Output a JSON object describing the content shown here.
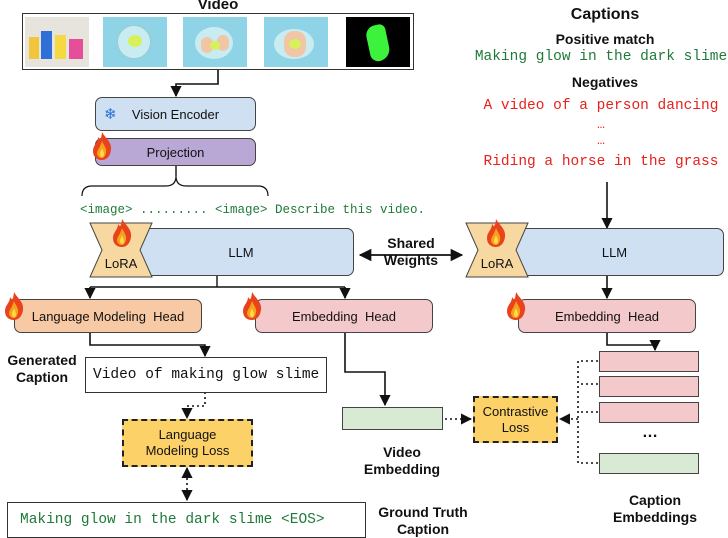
{
  "video": {
    "title": "Video"
  },
  "left": {
    "vision_encoder": "Vision Encoder",
    "projection": "Projection",
    "prompt": "<image> ......... <image> Describe this video.",
    "lora": "LoRA",
    "llm": "LLM",
    "lm_head": "Language Modeling  Head",
    "embedding_head": "Embedding  Head",
    "generated_caption_label": "Generated\nCaption",
    "generated_caption": "Video of making glow slime",
    "lm_loss": "Language\nModeling Loss",
    "ground_truth": "Making glow in the dark slime <EOS>",
    "ground_truth_label": "Ground Truth\nCaption",
    "video_embedding_label": "Video\nEmbedding"
  },
  "shared_weights": "Shared\nWeights",
  "captions": {
    "title": "Captions",
    "positive_title": "Positive match",
    "positive_text": "Making glow in the dark slime",
    "negatives_title": "Negatives",
    "negatives": [
      "A video of a person dancing",
      "…",
      "…",
      "Riding a horse in the grass"
    ]
  },
  "right": {
    "lora": "LoRA",
    "llm": "LLM",
    "embedding_head": "Embedding  Head",
    "ellipsis": "…",
    "caption_embeddings_label": "Caption\nEmbeddings"
  },
  "contrastive_loss": "Contrastive\nLoss",
  "colors": {
    "positive": "#1f7a3a",
    "negative": "#e8211d",
    "prompt": "#1f7a3a"
  }
}
